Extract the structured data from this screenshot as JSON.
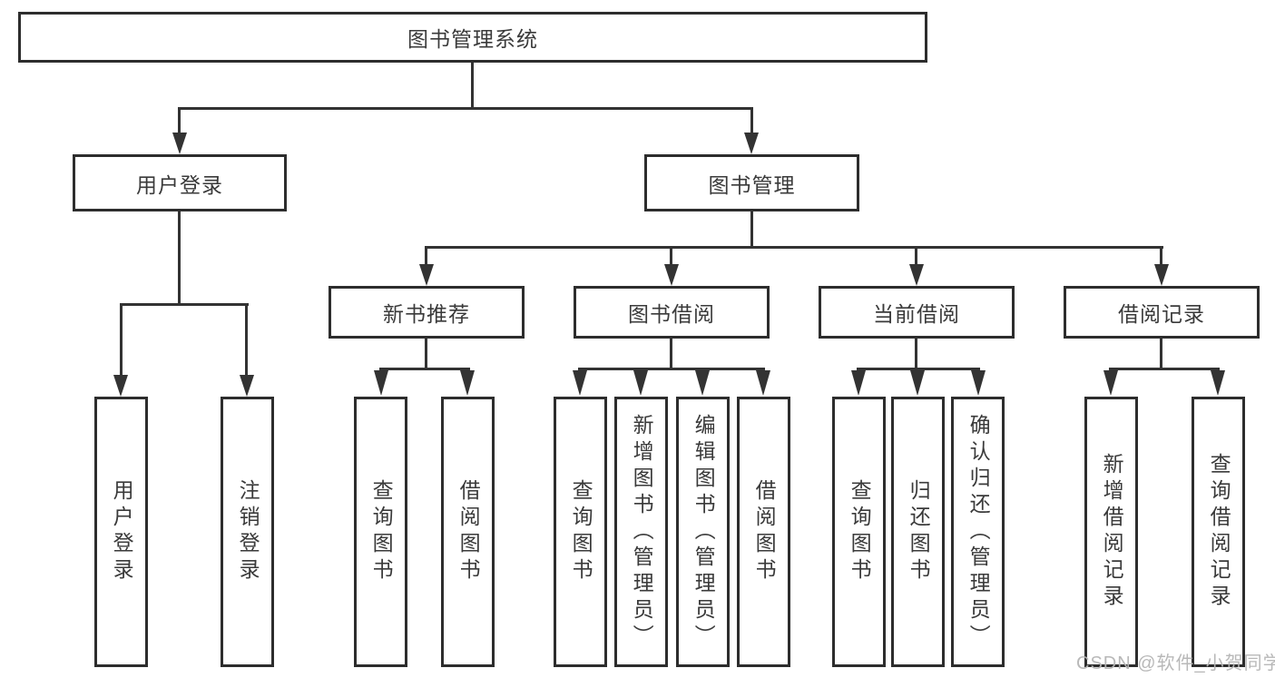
{
  "diagram_type": "hierarchy-tree",
  "tree": {
    "root": {
      "label": "图书管理系统",
      "children": [
        {
          "label": "用户登录",
          "children": [
            {
              "label": "用户登录"
            },
            {
              "label": "注销登录"
            }
          ]
        },
        {
          "label": "图书管理",
          "children": [
            {
              "label": "新书推荐",
              "children": [
                {
                  "label": "查询图书"
                },
                {
                  "label": "借阅图书"
                }
              ]
            },
            {
              "label": "图书借阅",
              "children": [
                {
                  "label": "查询图书"
                },
                {
                  "label": "新增图书（管理员）"
                },
                {
                  "label": "编辑图书（管理员）"
                },
                {
                  "label": "借阅图书"
                }
              ]
            },
            {
              "label": "当前借阅",
              "children": [
                {
                  "label": "查询图书"
                },
                {
                  "label": "归还图书"
                },
                {
                  "label": "确认归还（管理员）"
                }
              ]
            },
            {
              "label": "借阅记录",
              "children": [
                {
                  "label": "新增借阅记录"
                },
                {
                  "label": "查询借阅记录"
                }
              ]
            }
          ]
        }
      ]
    }
  },
  "watermark": {
    "text": "CSDN @软件_小贺同学"
  },
  "colors": {
    "background": "#ffffff",
    "box_border": "#2d2d2d",
    "line": "#333333",
    "text": "#3a3a3a",
    "watermark": "#b5b5b5"
  }
}
